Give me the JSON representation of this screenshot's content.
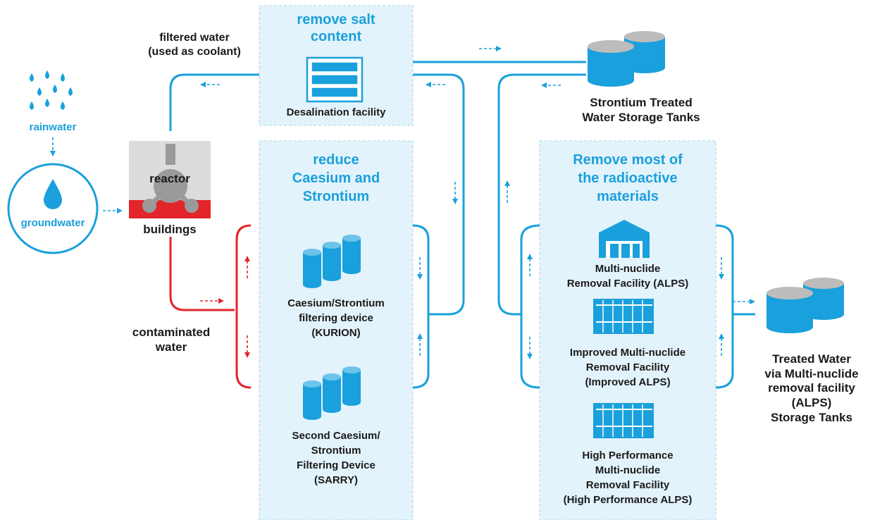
{
  "colors": {
    "blue": "#1aa0dc",
    "red": "#e3242b",
    "panel": "#e3f3fb",
    "grey": "#9a9a9a"
  },
  "labels": {
    "rainwater": "rainwater",
    "groundwater": "groundwater",
    "reactor": "reactor",
    "buildings": "buildings",
    "filtered_water_1": "filtered water",
    "filtered_water_2": "(used as coolant)",
    "contaminated_1": "contaminated",
    "contaminated_2": "water"
  },
  "desalination": {
    "title_1": "remove salt",
    "title_2": "content",
    "name": "Desalination facility"
  },
  "caesium_panel": {
    "title_1": "reduce",
    "title_2": "Caesium and",
    "title_3": "Strontium",
    "kurion_1": "Caesium/Strontium",
    "kurion_2": "filtering device",
    "kurion_3": "(KURION)",
    "sarry_1": "Second Caesium/",
    "sarry_2": "Strontium",
    "sarry_3": "Filtering Device",
    "sarry_4": "(SARRY)"
  },
  "alps_panel": {
    "title_1": "Remove most of",
    "title_2": "the radioactive",
    "title_3": "materials",
    "alps_1": "Multi-nuclide",
    "alps_2": "Removal Facility (ALPS)",
    "improved_1": "Improved Multi-nuclide",
    "improved_2": "Removal Facility",
    "improved_3": "(Improved ALPS)",
    "high_1": "High Performance",
    "high_2": "Multi-nuclide",
    "high_3": "Removal Facility",
    "high_4": "(High Performance ALPS)"
  },
  "strontium_tanks": {
    "line_1": "Strontium Treated",
    "line_2": "Water Storage Tanks"
  },
  "treated_tanks": {
    "line_1": "Treated Water",
    "line_2": "via Multi-nuclide",
    "line_3": "removal facility",
    "line_4": "(ALPS)",
    "line_5": "Storage Tanks"
  }
}
